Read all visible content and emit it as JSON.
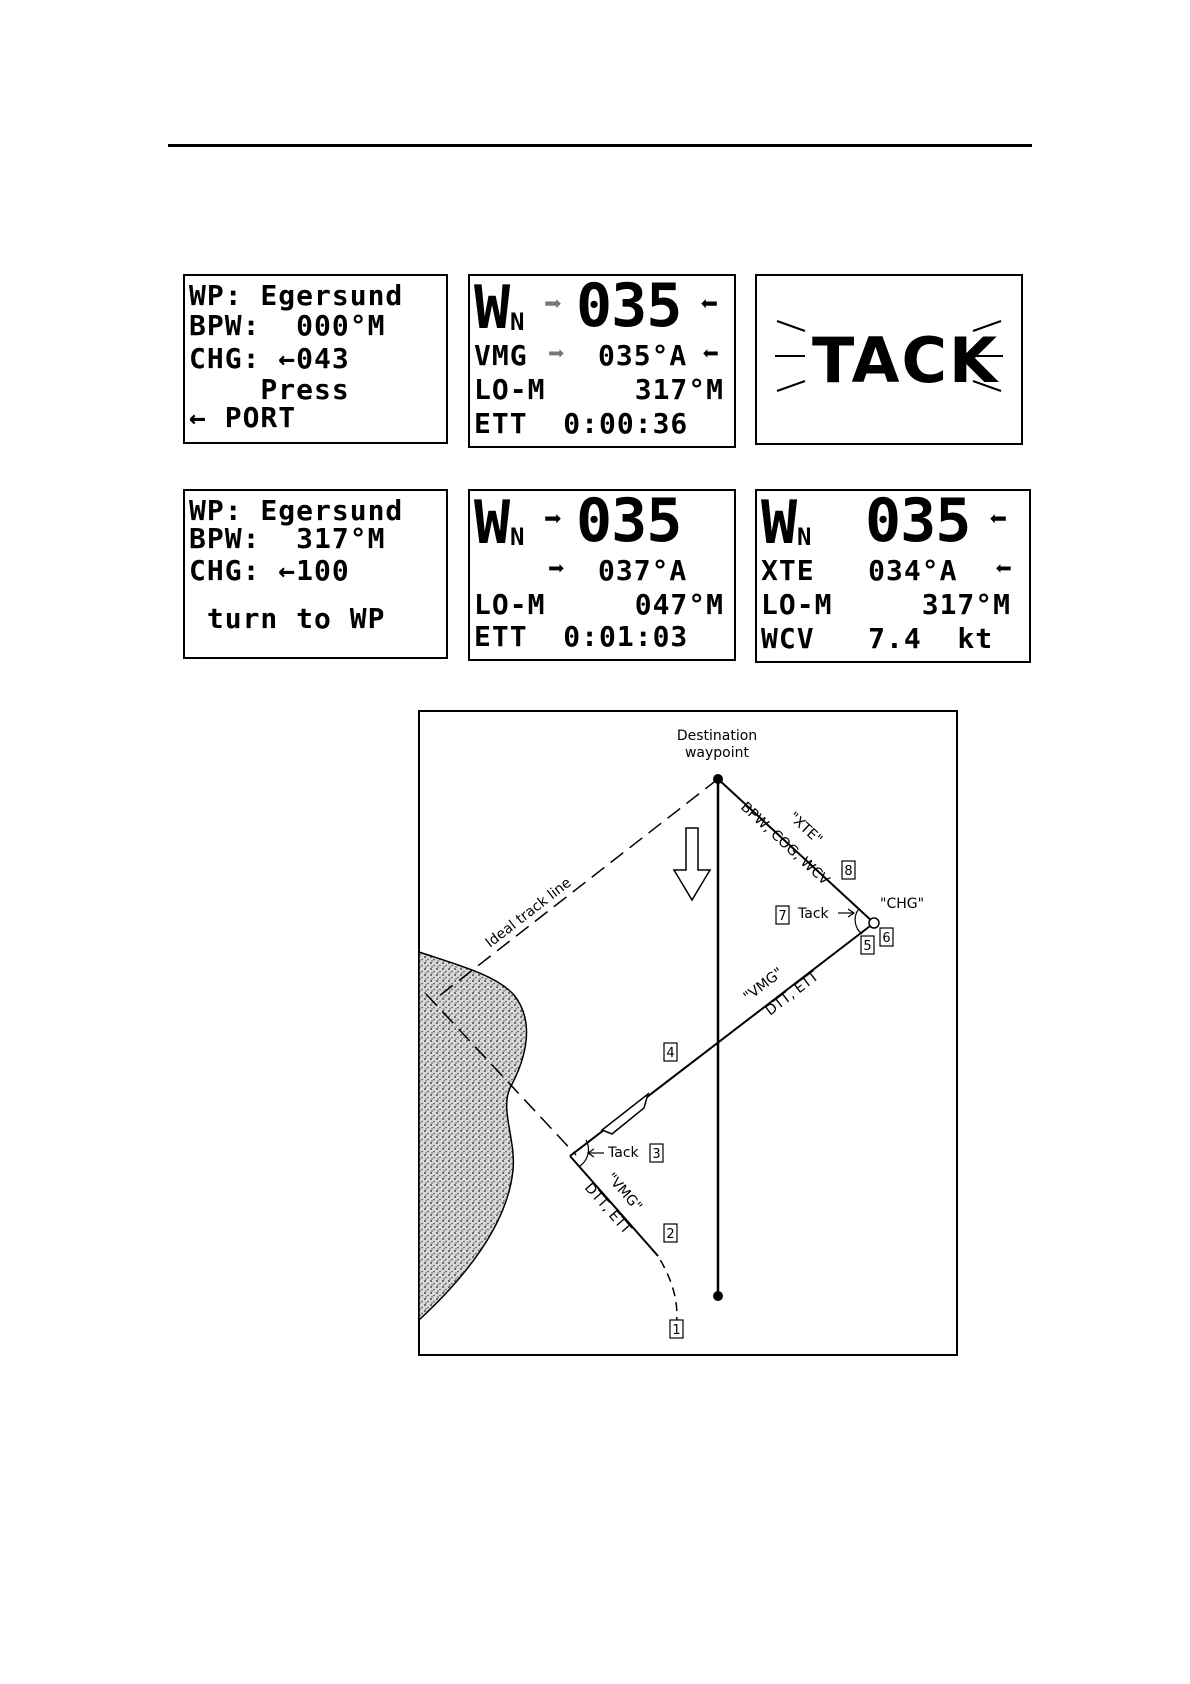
{
  "panels": {
    "p1": {
      "l1": "WP: Egersund",
      "l2": "BPW:  000°M",
      "l3": "CHG: ←043",
      "l4": "    Press",
      "l5": "← PORT"
    },
    "p2": {
      "w": "W",
      "n": "N",
      "arrow_right": "➡",
      "big": "035",
      "arrow_left": "⬅",
      "l2_label": "VMG",
      "l2_value": "035°A",
      "l3": "LO-M     317°M",
      "l4": "ETT  0:00:36"
    },
    "p3": {
      "word": "TACK"
    },
    "p4": {
      "l1": "WP: Egersund",
      "l2": "BPW:  317°M",
      "l3": "CHG: ←100",
      "l4": " turn to WP"
    },
    "p5": {
      "w": "W",
      "n": "N",
      "arrow_right": "➡",
      "big": "035",
      "l2_value": "037°A",
      "l3": "LO-M     047°M",
      "l4": "ETT  0:01:03"
    },
    "p6": {
      "w": "W",
      "n": "N",
      "big": "035",
      "arrow_left": "⬅",
      "l2": "XTE   034°A",
      "l3": "LO-M     317°M",
      "l4": "WCV   7.4  kt"
    }
  },
  "diagram": {
    "dest_line1": "Destination",
    "dest_line2": "waypoint",
    "ideal_track": "Ideal track line",
    "xte": "\"XTE\"",
    "bpw_cog_wcv": "BPW, COG, WCV",
    "chg": "\"CHG\"",
    "tack": "Tack",
    "vmg": "\"VMG\"",
    "dtt_ett": "DTT, ETT",
    "n1": "1",
    "n2": "2",
    "n3": "3",
    "n4": "4",
    "n5": "5",
    "n6": "6",
    "n7": "7",
    "n8": "8"
  }
}
